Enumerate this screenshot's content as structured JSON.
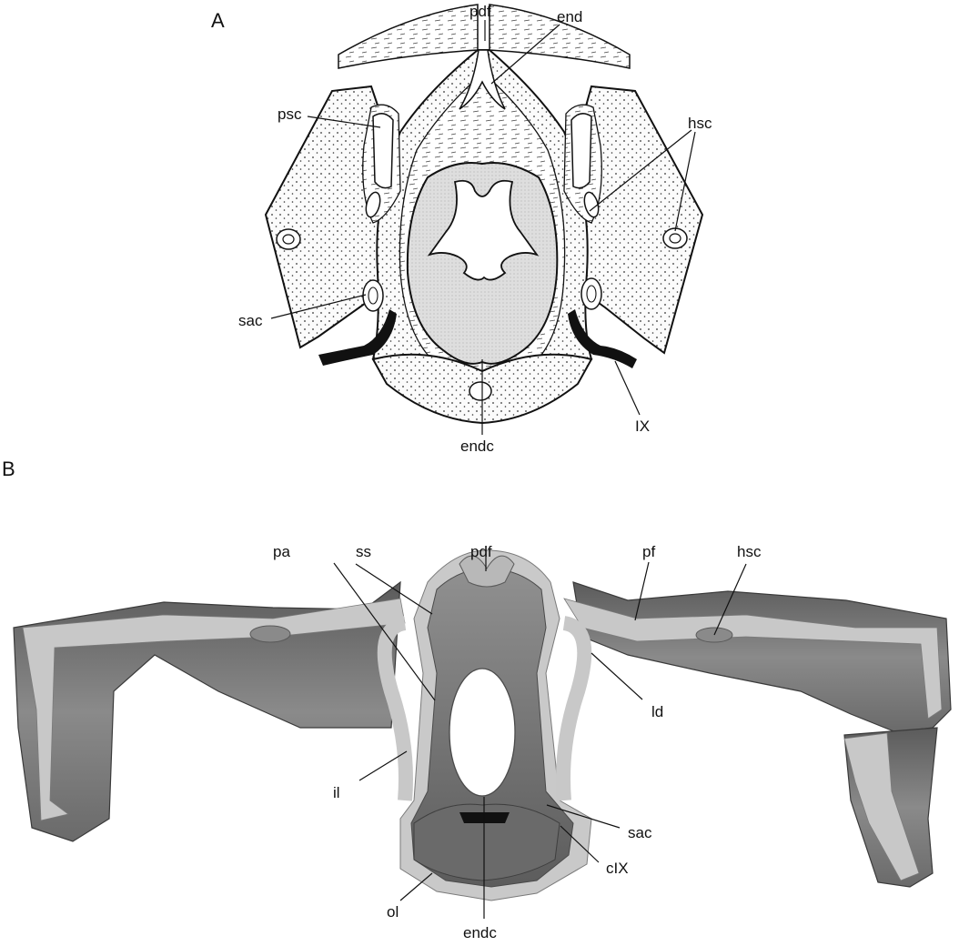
{
  "panel_a": {
    "panel_label": "A",
    "labels": {
      "pdf": "pdf",
      "end": "end",
      "psc": "psc",
      "hsc": "hsc",
      "sac": "sac",
      "endc": "endc",
      "ix": "IX"
    }
  },
  "panel_b": {
    "panel_label": "B",
    "labels": {
      "pa": "pa",
      "ss": "ss",
      "pdf": "pdf",
      "pf": "pf",
      "hsc": "hsc",
      "ld": "ld",
      "il": "il",
      "sac": "sac",
      "cix": "cIX",
      "ol": "ol",
      "endc": "endc"
    }
  },
  "colors": {
    "ink": "#111111",
    "stipple_fill": "#fbfbfb",
    "brain_fill": "#d9d9d9",
    "bone_light": "#c6c6c6",
    "bone_mid": "#8f8f8f",
    "bone_dark": "#5e5e5e"
  }
}
